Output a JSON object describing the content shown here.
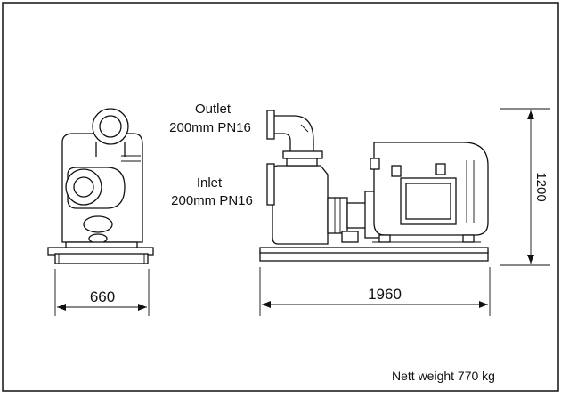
{
  "labels": {
    "outlet_title": "Outlet",
    "outlet_spec": "200mm PN16",
    "inlet_title": "Inlet",
    "inlet_spec": "200mm PN16",
    "nett_weight": "Nett weight 770 kg"
  },
  "dimensions": {
    "width": "660",
    "length": "1960",
    "height": "1200"
  }
}
